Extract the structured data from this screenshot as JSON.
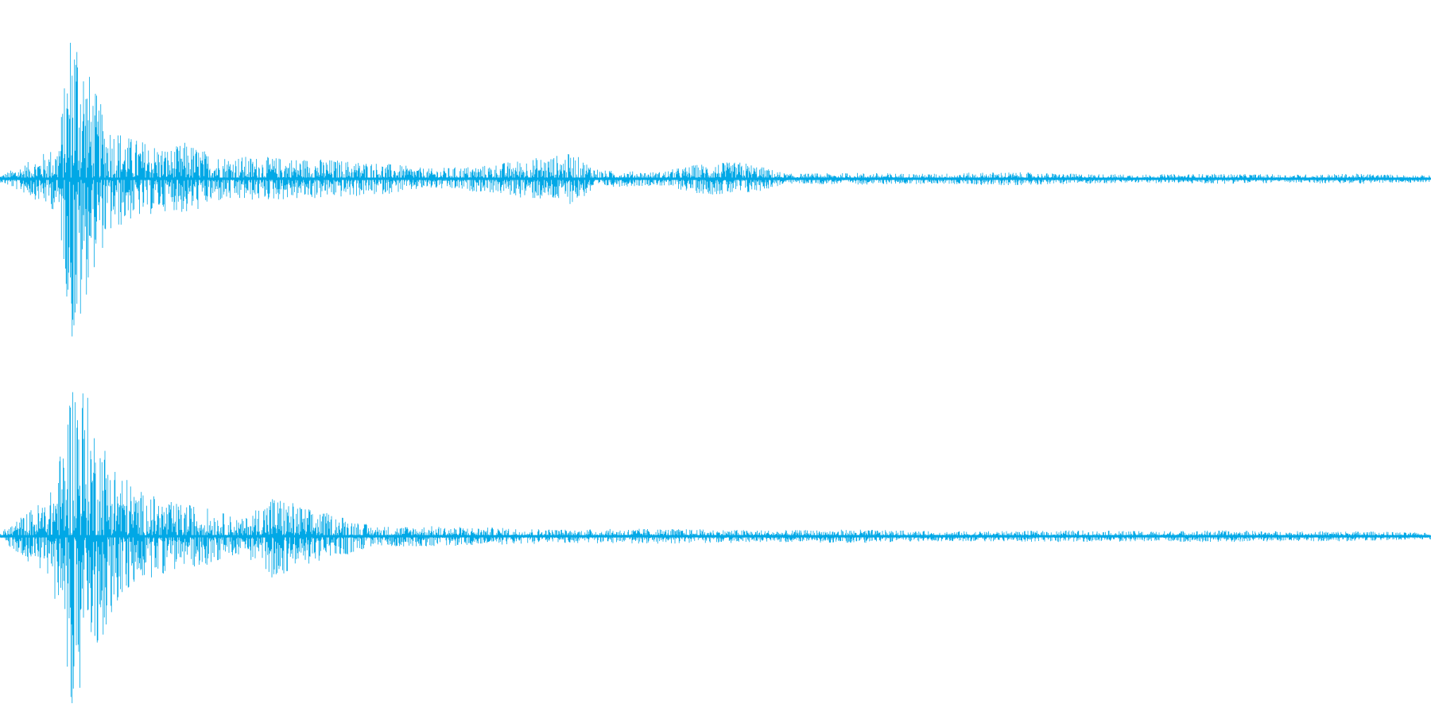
{
  "waveform": {
    "color": "#00a8e6",
    "background": "#ffffff",
    "channels": [
      {
        "name": "channel-1",
        "envelope": [
          [
            0.0,
            0.02
          ],
          [
            0.02,
            0.1
          ],
          [
            0.04,
            0.2
          ],
          [
            0.045,
            0.55
          ],
          [
            0.05,
            1.0
          ],
          [
            0.055,
            1.0
          ],
          [
            0.06,
            0.7
          ],
          [
            0.065,
            0.55
          ],
          [
            0.075,
            0.35
          ],
          [
            0.09,
            0.25
          ],
          [
            0.12,
            0.18
          ],
          [
            0.13,
            0.22
          ],
          [
            0.15,
            0.14
          ],
          [
            0.18,
            0.13
          ],
          [
            0.22,
            0.12
          ],
          [
            0.26,
            0.1
          ],
          [
            0.3,
            0.06
          ],
          [
            0.34,
            0.08
          ],
          [
            0.37,
            0.12
          ],
          [
            0.4,
            0.15
          ],
          [
            0.42,
            0.05
          ],
          [
            0.46,
            0.04
          ],
          [
            0.49,
            0.09
          ],
          [
            0.52,
            0.1
          ],
          [
            0.55,
            0.03
          ],
          [
            0.6,
            0.035
          ],
          [
            0.65,
            0.03
          ],
          [
            0.7,
            0.04
          ],
          [
            0.75,
            0.03
          ],
          [
            0.8,
            0.025
          ],
          [
            0.85,
            0.03
          ],
          [
            0.9,
            0.025
          ],
          [
            0.95,
            0.03
          ],
          [
            1.0,
            0.02
          ]
        ]
      },
      {
        "name": "channel-2",
        "envelope": [
          [
            0.0,
            0.02
          ],
          [
            0.02,
            0.15
          ],
          [
            0.035,
            0.25
          ],
          [
            0.045,
            0.6
          ],
          [
            0.05,
            1.0
          ],
          [
            0.056,
            1.0
          ],
          [
            0.065,
            0.7
          ],
          [
            0.08,
            0.45
          ],
          [
            0.095,
            0.28
          ],
          [
            0.12,
            0.2
          ],
          [
            0.14,
            0.18
          ],
          [
            0.17,
            0.1
          ],
          [
            0.19,
            0.25
          ],
          [
            0.22,
            0.15
          ],
          [
            0.24,
            0.12
          ],
          [
            0.26,
            0.06
          ],
          [
            0.3,
            0.06
          ],
          [
            0.35,
            0.05
          ],
          [
            0.4,
            0.04
          ],
          [
            0.45,
            0.045
          ],
          [
            0.5,
            0.04
          ],
          [
            0.55,
            0.035
          ],
          [
            0.6,
            0.04
          ],
          [
            0.65,
            0.03
          ],
          [
            0.7,
            0.03
          ],
          [
            0.75,
            0.035
          ],
          [
            0.8,
            0.03
          ],
          [
            0.85,
            0.035
          ],
          [
            0.9,
            0.03
          ],
          [
            0.95,
            0.03
          ],
          [
            1.0,
            0.02
          ]
        ]
      }
    ]
  }
}
